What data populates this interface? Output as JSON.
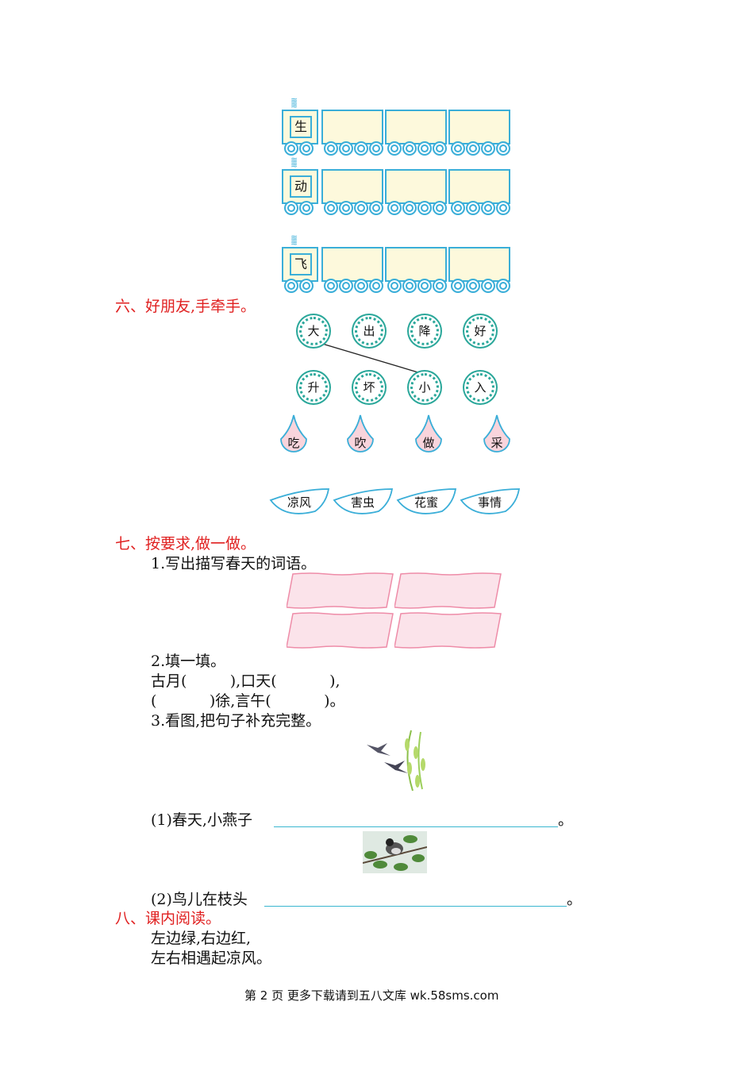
{
  "trains": [
    {
      "label": "生"
    },
    {
      "label": "动"
    },
    {
      "label": "飞"
    }
  ],
  "section6": {
    "title": "六、好朋友,手牵手。",
    "top_row": [
      "大",
      "出",
      "降",
      "好"
    ],
    "bottom_row": [
      "升",
      "坏",
      "小",
      "入"
    ],
    "drops": [
      "吃",
      "吹",
      "做",
      "采"
    ],
    "leaves": [
      "凉风",
      "害虫",
      "花蜜",
      "事情"
    ]
  },
  "section7": {
    "title": "七、按要求,做一做。",
    "q1": "1.写出描写春天的词语。",
    "q2": "2.填一填。",
    "q2_line1": "古月(         ),口天(           ),",
    "q2_line2": "(           )徐,言午(           )。",
    "q3": "3.看图,把句子补充完整。",
    "q3_1": "(1)春天,小燕子",
    "q3_1_end": "。",
    "q3_2": "(2)鸟儿在枝头",
    "q3_2_end": "。"
  },
  "section8": {
    "title": "八、课内阅读。",
    "line1": "左边绿,右边红,",
    "line2": "左右相遇起凉风。"
  },
  "footer": "第 2 页 更多下载请到五八文库 wk.58sms.com"
}
